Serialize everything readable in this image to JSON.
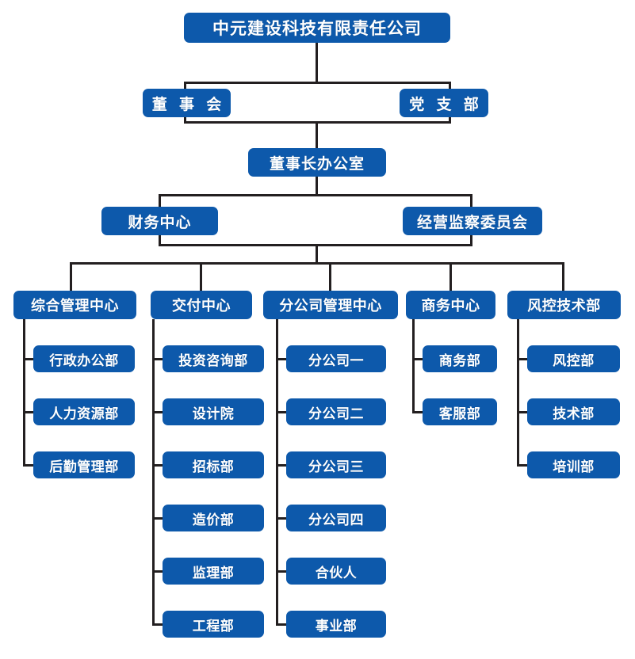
{
  "chart_data": {
    "type": "diagram",
    "title": "中元建设科技有限责任公司 组织架构图",
    "diagram_kind": "organization-chart",
    "accent_color": "#0D59AB",
    "line_color": "#231f20",
    "background": "#ffffff",
    "levels": [
      {
        "level": 1,
        "nodes": [
          "中元建设科技有限责任公司"
        ]
      },
      {
        "level": 2,
        "nodes": [
          "董 事 会",
          "党 支 部"
        ]
      },
      {
        "level": 3,
        "nodes": [
          "董事长办公室"
        ]
      },
      {
        "level": 4,
        "nodes": [
          "财务中心",
          "经营监察委员会"
        ]
      },
      {
        "level": 5,
        "nodes": [
          "综合管理中心",
          "交付中心",
          "分公司管理中心",
          "商务中心",
          "风控技术部"
        ]
      }
    ]
  },
  "root": {
    "label": "中元建设科技有限责任公司"
  },
  "level2": {
    "left": {
      "label": "董 事 会"
    },
    "right": {
      "label": "党 支 部"
    }
  },
  "level3": {
    "label": "董事长办公室"
  },
  "level4": {
    "left": {
      "label": "财务中心"
    },
    "right": {
      "label": "经营监察委员会"
    }
  },
  "columns": [
    {
      "head": "综合管理中心",
      "children": [
        "行政办公部",
        "人力资源部",
        "后勤管理部"
      ]
    },
    {
      "head": "交付中心",
      "children": [
        "投资咨询部",
        "设计院",
        "招标部",
        "造价部",
        "监理部",
        "工程部"
      ]
    },
    {
      "head": "分公司管理中心",
      "children": [
        "分公司一",
        "分公司二",
        "分公司三",
        "分公司四",
        "合伙人",
        "事业部"
      ]
    },
    {
      "head": "商务中心",
      "children": [
        "商务部",
        "客服部"
      ]
    },
    {
      "head": "风控技术部",
      "children": [
        "风控部",
        "技术部",
        "培训部"
      ]
    }
  ]
}
